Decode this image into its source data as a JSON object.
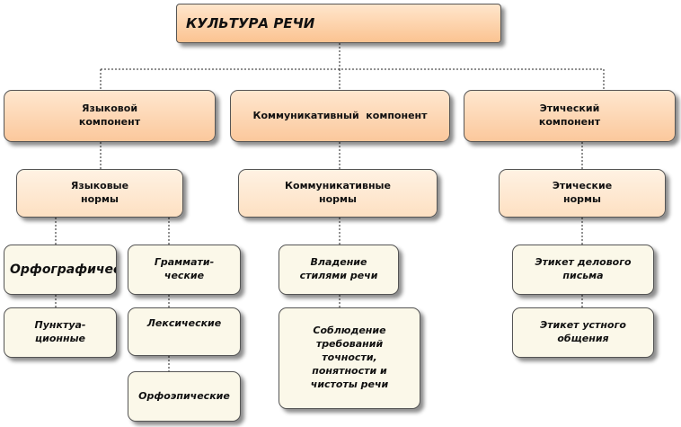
{
  "title": "КУЛЬТУРА РЕЧИ",
  "components": {
    "language": "Языковой компонент",
    "communicative": "Коммуникативный  компонент",
    "ethical": "Этический компонент"
  },
  "norms": {
    "language": "Языковые нормы",
    "communicative": "Коммуникативные нормы",
    "ethical": "Этические нормы"
  },
  "leaves": {
    "orthographic": "Орфографичес",
    "punctuation": "Пунктуа- ционные",
    "grammatical": "Граммати- ческие",
    "lexical": "Лексические",
    "orthoepic": "Орфоэпические",
    "styles": "Владение стилями речи",
    "requirements": "Соблюдение требований точности, понятности и чистоты речи",
    "etiquette_written": "Этикет делового письма",
    "etiquette_oral": "Этикет устного общения"
  }
}
